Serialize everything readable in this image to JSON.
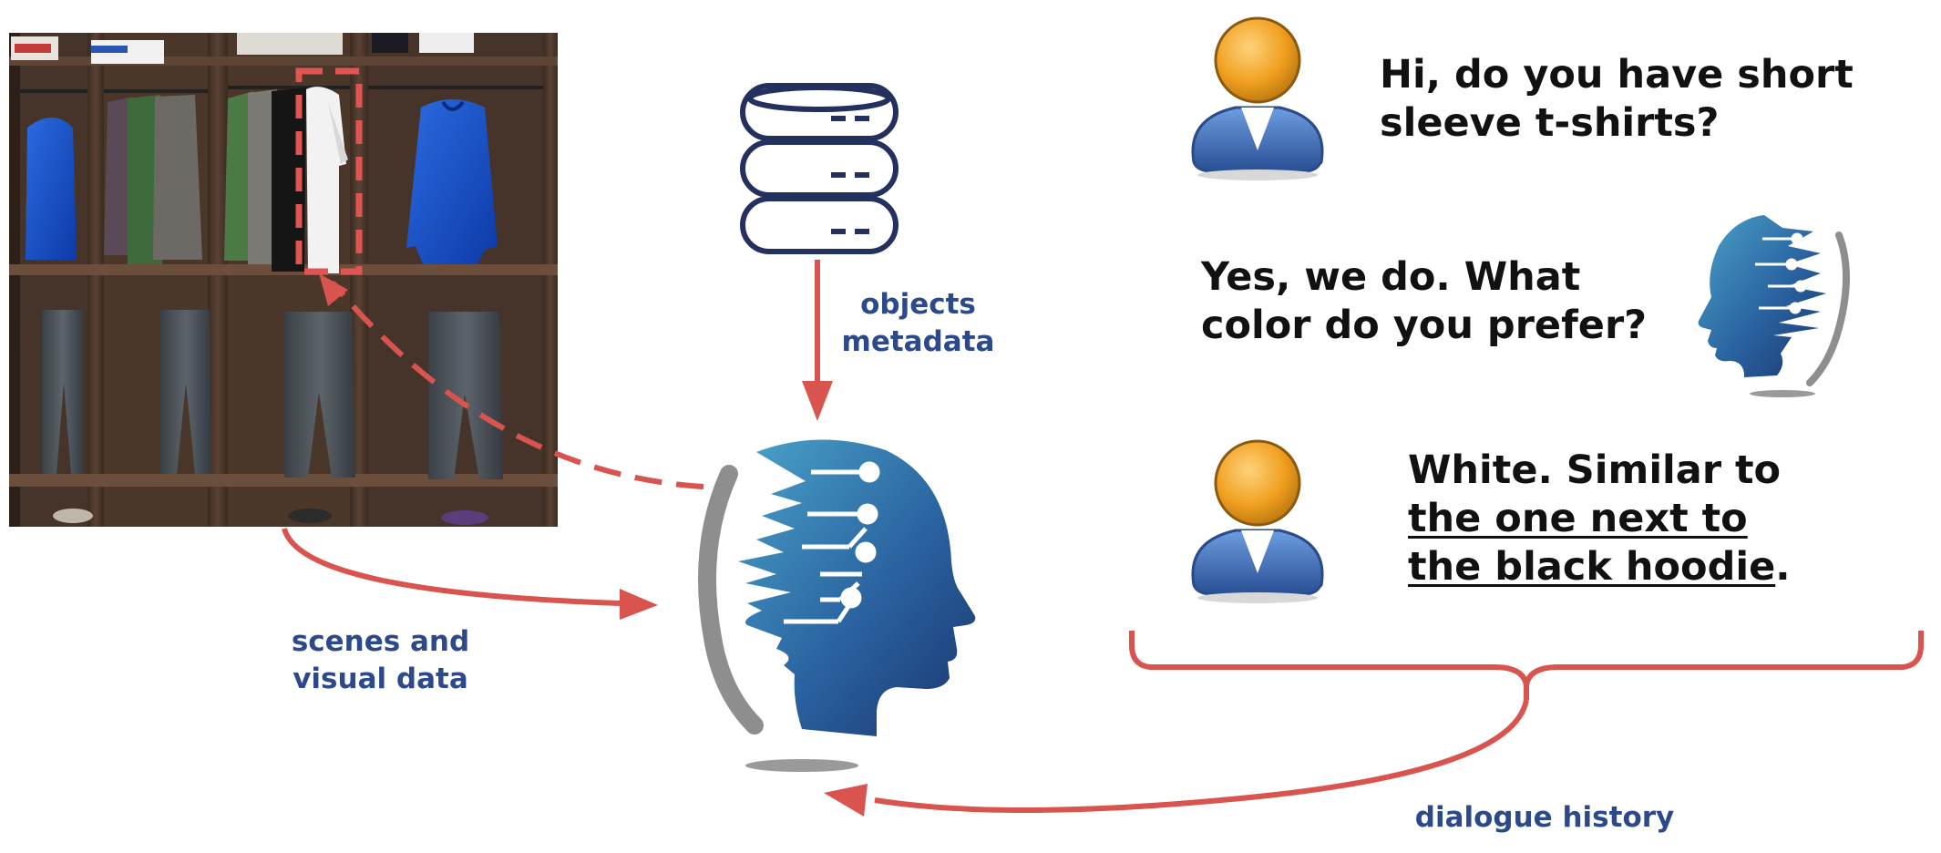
{
  "labels": {
    "objects_metadata": [
      "objects",
      "metadata"
    ],
    "scenes_visual": [
      "scenes and",
      "visual data"
    ],
    "dialogue_history": "dialogue history"
  },
  "dialogue": {
    "user_1": [
      "Hi, do you have short",
      "sleeve t-shirts?"
    ],
    "agent_1": [
      "Yes, we do. What",
      "color do you prefer?"
    ],
    "user_2": {
      "line_1": "White. Similar to",
      "line_2_underlined": "the one next to",
      "line_3_underlined": "the black hoodie",
      "line_3_suffix": "."
    }
  },
  "icons": {
    "database": "database-icon",
    "ai_head": "ai-head-icon",
    "user_avatar": "user-avatar-icon",
    "shelf_scene": "wardrobe-scene-image"
  },
  "colors": {
    "arrow": "#d9534f",
    "label": "#2c4a8a",
    "head_dark": "#1d3f7a",
    "head_light": "#3f8fbf",
    "avatar_head": "#f0a020",
    "avatar_body": "#3f6fb5",
    "wood": "#4a3528"
  }
}
